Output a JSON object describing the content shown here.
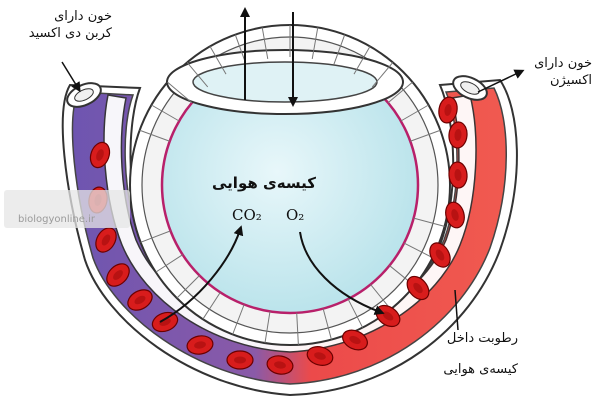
{
  "labels": {
    "co2_blood": [
      "خون دارای",
      "کربن دی اکسید"
    ],
    "o2_blood": [
      "خون دارای",
      "اکسیژن"
    ],
    "sac_title": "کیسه‌ی هوایی",
    "gas_co2": "CO₂",
    "gas_o2": "O₂",
    "moisture": [
      "رطوبت داخل",
      "کیسه‌ی هوایی"
    ]
  },
  "watermark": "biologyonline.ir",
  "colors": {
    "deoxygenated_blood": "#6e55b0",
    "oxygenated_blood": "#ec4a4a",
    "air_sac": "#c3e8ee",
    "sac_membrane": "#b8206a",
    "red_cell": "#d81c1c"
  }
}
